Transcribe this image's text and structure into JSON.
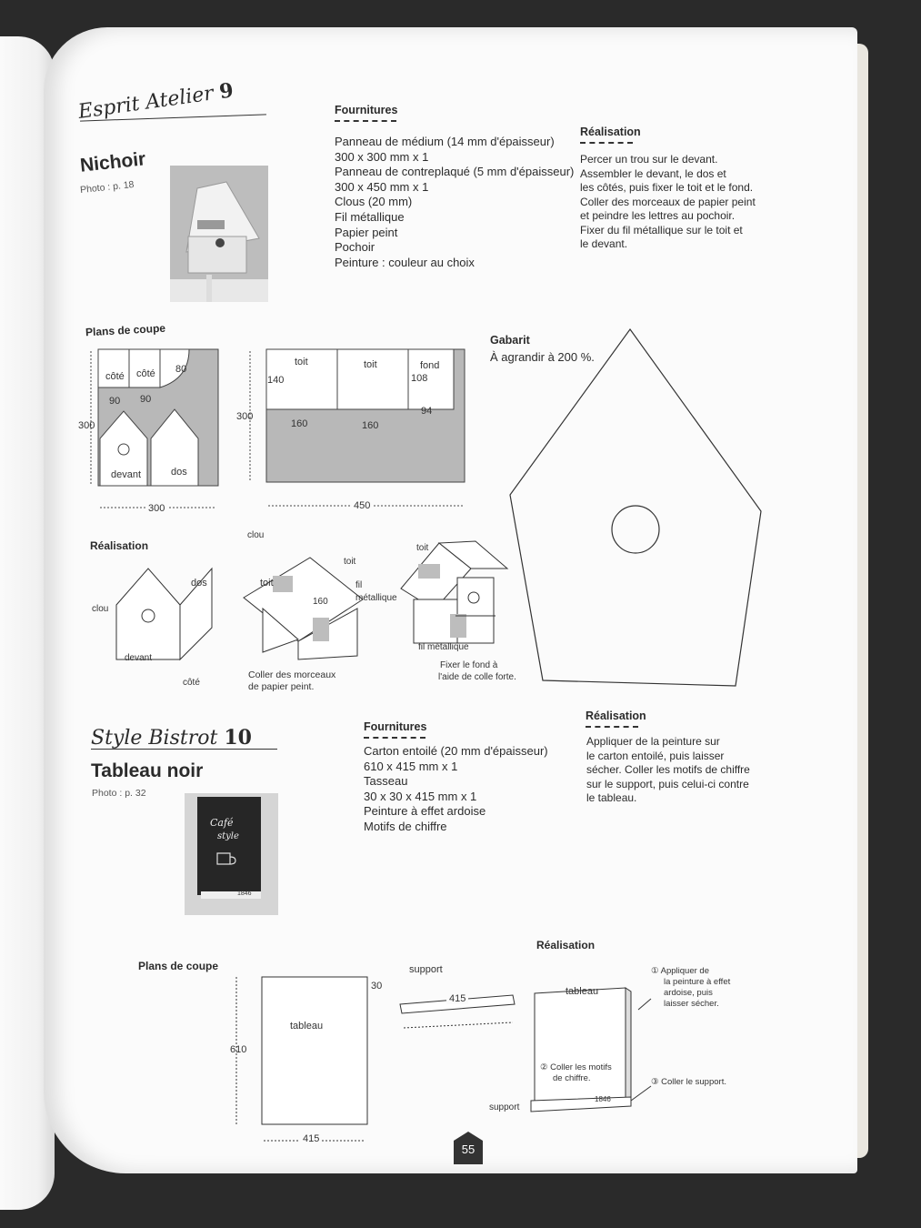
{
  "page_number": "55",
  "project9": {
    "series": "Esprit Atelier",
    "number": "9",
    "title": "Nichoir",
    "photo_ref": "Photo : p. 18",
    "supplies_heading": "Fournitures",
    "supplies": [
      "Panneau de médium (14 mm d'épaisseur)",
      "300 x 300 mm x 1",
      "Panneau de contreplaqué (5 mm d'épaisseur)",
      "300 x 450 mm x 1",
      "Clous (20 mm)",
      "Fil métallique",
      "Papier peint",
      "Pochoir",
      "Peinture : couleur au choix"
    ],
    "method_heading": "Réalisation",
    "method": [
      "Percer un trou sur le devant.",
      "Assembler le devant, le dos et",
      "les côtés, puis fixer le toit et le fond.",
      "Coller des morceaux de papier peint",
      "et peindre les lettres au pochoir.",
      "Fixer du fil métallique sur le toit et",
      "le devant."
    ],
    "cut_plans_heading": "Plans de coupe",
    "cut1": {
      "cote1": "côté",
      "cote2": "côté",
      "d80": "80",
      "d90a": "90",
      "d90b": "90",
      "devant": "devant",
      "dos": "dos",
      "height": "300",
      "width": "300"
    },
    "cut2": {
      "toit1": "toit",
      "toit2": "toit",
      "fond": "fond",
      "d140": "140",
      "d108": "108",
      "d160a": "160",
      "d160b": "160",
      "d94": "94",
      "height": "300",
      "width": "450"
    },
    "template_heading": "Gabarit",
    "template_note": "À agrandir à 200 %.",
    "assembly_heading": "Réalisation",
    "assembly": {
      "clou1": "clou",
      "dos": "dos",
      "devant": "devant",
      "cote": "côté",
      "clou2": "clou",
      "toit1": "toit",
      "toit2": "toit",
      "d160": "160",
      "fil": "fil",
      "metallique": "métallique",
      "paper1": "Coller des morceaux",
      "paper2": "de papier peint.",
      "toit3": "toit",
      "fil2": "fil métallique",
      "fond1": "Fixer le fond à",
      "fond2": "l'aide de colle forte."
    }
  },
  "project10": {
    "series": "Style Bistrot",
    "number": "10",
    "title": "Tableau noir",
    "photo_ref": "Photo : p. 32",
    "photo_text1": "Café",
    "photo_text2": "style",
    "photo_text3": "1846",
    "supplies_heading": "Fournitures",
    "supplies": [
      "Carton entoilé (20 mm d'épaisseur)",
      "610 x 415 mm x 1",
      "Tasseau",
      "30 x 30 x 415 mm x 1",
      "Peinture à effet ardoise",
      "Motifs de chiffre"
    ],
    "method_heading": "Réalisation",
    "method": [
      "Appliquer de la peinture sur",
      "le carton entoilé, puis laisser",
      "sécher. Coller les motifs de chiffre",
      "sur le support, puis celui-ci contre",
      "le tableau."
    ],
    "cut_plans_heading": "Plans de coupe",
    "board": {
      "label": "tableau",
      "height": "610",
      "width": "415"
    },
    "support": {
      "label": "support",
      "d30": "30",
      "d415": "415"
    },
    "assembly_heading": "Réalisation",
    "assembly": {
      "tableau": "tableau",
      "step1a": "① Appliquer de",
      "step1b": "la peinture à effet",
      "step1c": "ardoise, puis",
      "step1d": "laisser sécher.",
      "step2a": "② Coller les motifs",
      "step2b": "de chiffre.",
      "step3": "③ Coller le support.",
      "support": "support",
      "num": "1846"
    }
  }
}
